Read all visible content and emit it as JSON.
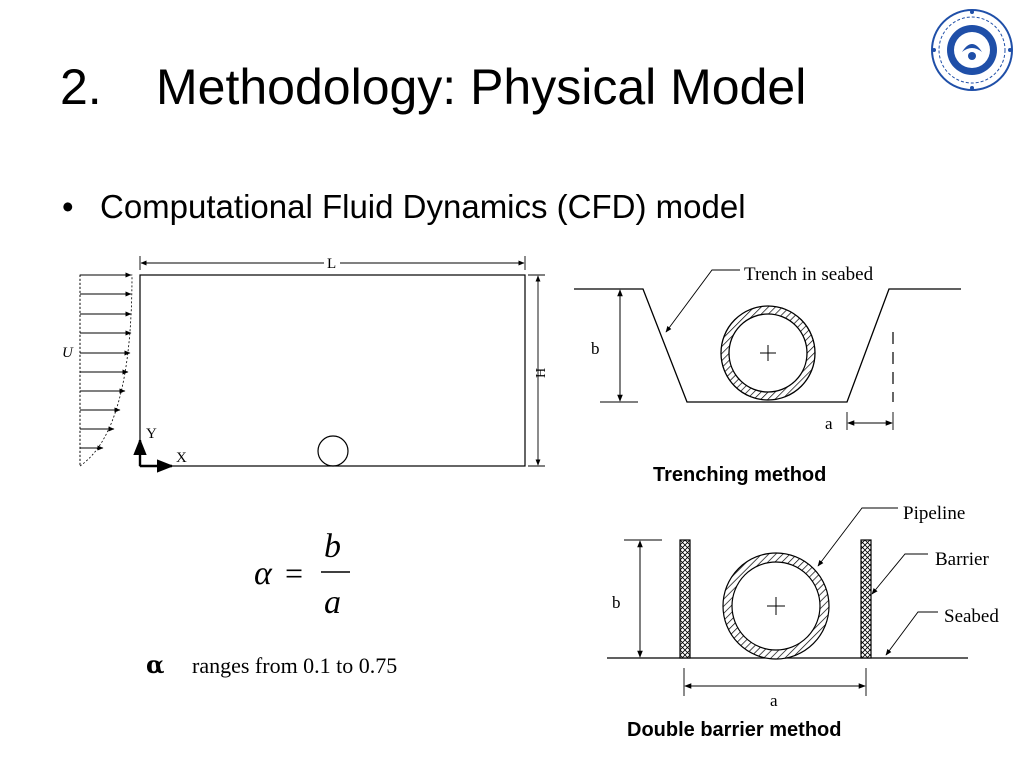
{
  "slide": {
    "title_number": "2.",
    "title_text": "Methodology: Physical Model",
    "bullet_symbol": "•",
    "bullet_text": "Computational Fluid Dynamics (CFD) model"
  },
  "domain_figure": {
    "velocity_label": "U",
    "length_label": "L",
    "height_label": "H",
    "y_axis_label": "Y",
    "x_axis_label": "X"
  },
  "trench_figure": {
    "callout_label": "Trench in seabed",
    "depth_label": "b",
    "offset_label": "a",
    "caption": "Trenching method"
  },
  "barrier_figure": {
    "pipeline_label": "Pipeline",
    "barrier_label": "Barrier",
    "seabed_label": "Seabed",
    "depth_label": "b",
    "spacing_label": "a",
    "caption": "Double barrier method"
  },
  "equation": {
    "lhs": "α",
    "equals": "=",
    "numerator": "b",
    "denominator": "a"
  },
  "alpha_range": {
    "symbol": "α",
    "text": "ranges from 0.1 to 0.75"
  },
  "colors": {
    "text": "#000000",
    "background": "#ffffff",
    "logo_blue": "#1f4fa8"
  },
  "icons": {
    "logo": "university-seal-icon"
  }
}
